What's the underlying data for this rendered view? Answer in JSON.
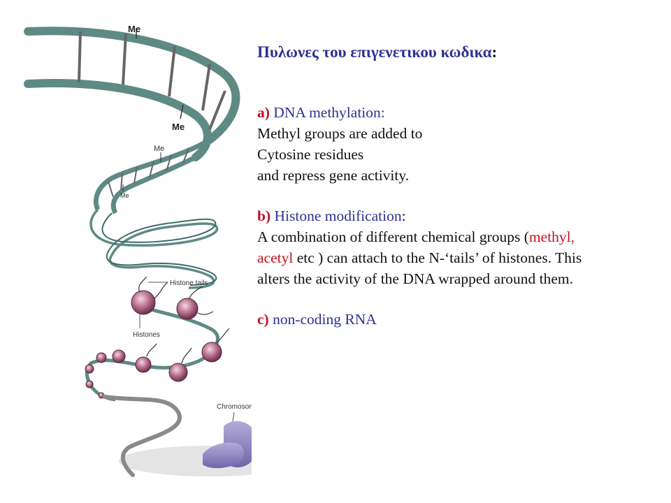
{
  "illustration": {
    "labels": {
      "me_1": "Me",
      "me_2": "Me",
      "me_3": "Me",
      "me_4": "Me",
      "histone_tails": "Histone tails",
      "histones": "Histones",
      "chromosome": "Chromosome"
    },
    "colors": {
      "dna_backbone": "#5f8a84",
      "histone": "#b56d8a",
      "chromosome": "#8f86c2"
    }
  },
  "title": {
    "text": "Πυλωνες του επιγενετικου κωδικα",
    "colon": ":"
  },
  "sections": {
    "a": {
      "letter": "a)",
      "heading": "DNA methylation:",
      "lines": [
        "Methyl groups are added to",
        "Cytosine residues",
        "and repress gene activity."
      ]
    },
    "b": {
      "letter": "b)",
      "heading": "Histone modification",
      "heading_suffix": ":",
      "line1_pre": "A combination of different chemical groups (",
      "line1_red": "methyl,",
      "line2_red": "acetyl",
      "line2_post": " etc ) can attach to the N-‘tails’ of histones. This",
      "line3": "alters the activity of the DNA wrapped around them."
    },
    "c": {
      "letter": "c)",
      "heading": "non-coding RNA"
    }
  },
  "colors": {
    "heading_blue": "#2e3192",
    "letter_red": "#c1121f",
    "body_text": "#111111"
  }
}
